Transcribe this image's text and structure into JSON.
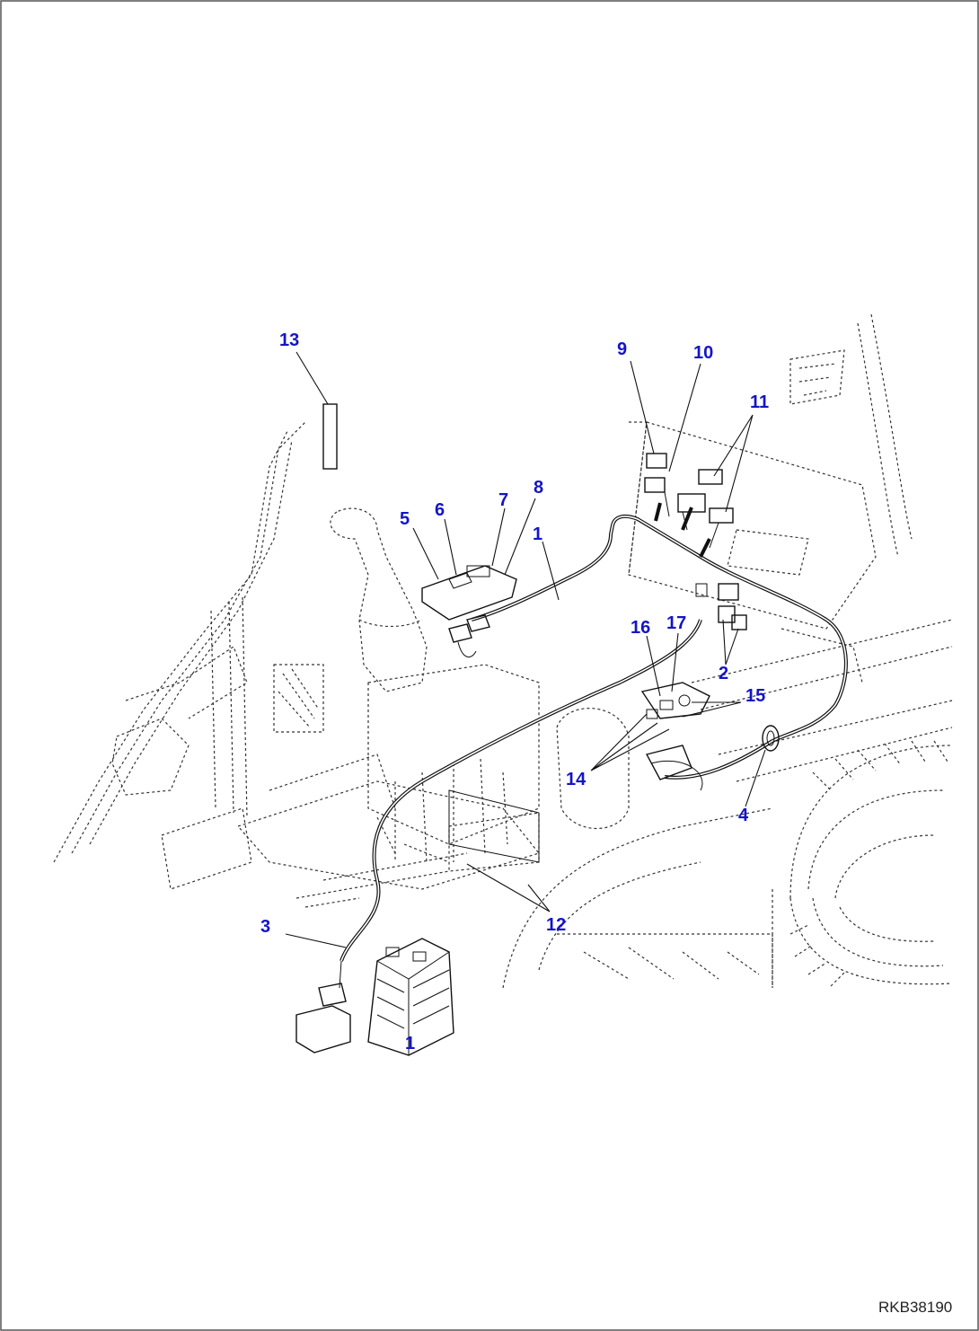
{
  "drawing_id": "RKB38190",
  "callouts": [
    "1",
    "1",
    "2",
    "3",
    "4",
    "5",
    "6",
    "7",
    "8",
    "9",
    "10",
    "11",
    "12",
    "13",
    "14",
    "15",
    "16",
    "17"
  ]
}
